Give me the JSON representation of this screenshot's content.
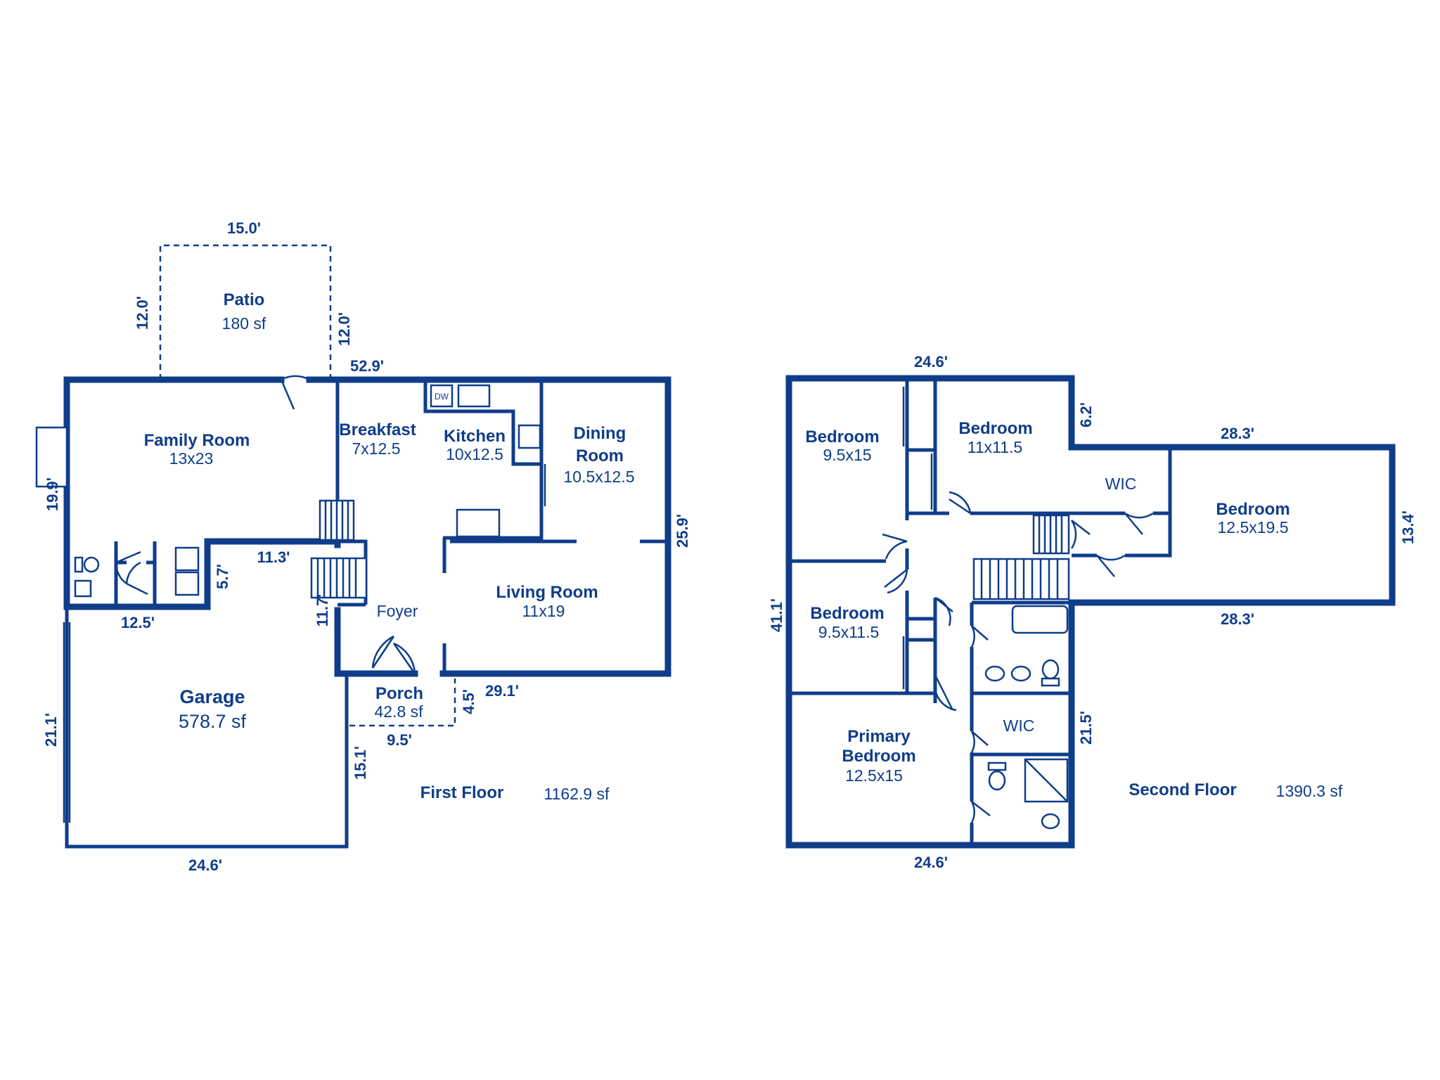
{
  "first_floor": {
    "title": "First Floor",
    "area": "1162.9 sf",
    "rooms": {
      "patio": {
        "name": "Patio",
        "size": "180 sf"
      },
      "family_room": {
        "name": "Family Room",
        "size": "13x23"
      },
      "breakfast": {
        "name": "Breakfast",
        "size": "7x12.5"
      },
      "kitchen": {
        "name": "Kitchen",
        "size": "10x12.5"
      },
      "dining_room": {
        "name_line1": "Dining",
        "name_line2": "Room",
        "size": "10.5x12.5"
      },
      "living_room": {
        "name": "Living Room",
        "size": "11x19"
      },
      "foyer": {
        "name": "Foyer"
      },
      "porch": {
        "name": "Porch",
        "size": "42.8 sf"
      },
      "garage": {
        "name": "Garage",
        "size": "578.7 sf"
      }
    },
    "dimensions": {
      "patio_width": "15.0'",
      "patio_left": "12.0'",
      "patio_right": "12.0'",
      "overall_top": "52.9'",
      "family_left": "19.9'",
      "laundry_hall_width": "11.3'",
      "laundry_height": "5.7'",
      "laundry_bottom": "12.5'",
      "stair_side": "11.7'",
      "right_side": "25.9'",
      "living_bottom": "29.1'",
      "porch_depth": "4.5'",
      "porch_width": "9.5'",
      "garage_left": "21.1'",
      "garage_right": "15.1'",
      "garage_bottom": "24.6'"
    },
    "appliance_label": "DW"
  },
  "second_floor": {
    "title": "Second Floor",
    "area": "1390.3 sf",
    "rooms": {
      "bedroom_tl": {
        "name": "Bedroom",
        "size": "9.5x15"
      },
      "bedroom_tm": {
        "name": "Bedroom",
        "size": "11x11.5"
      },
      "bedroom_right": {
        "name": "Bedroom",
        "size": "12.5x19.5"
      },
      "bedroom_ml": {
        "name": "Bedroom",
        "size": "9.5x11.5"
      },
      "primary": {
        "name_line1": "Primary",
        "name_line2": "Bedroom",
        "size": "12.5x15"
      },
      "wic_upper": {
        "name": "WIC"
      },
      "wic_lower": {
        "name": "WIC"
      }
    },
    "dimensions": {
      "top": "24.6'",
      "notch": "6.2'",
      "wing_top": "28.3'",
      "wing_right": "13.4'",
      "wing_bottom": "28.3'",
      "left": "41.1'",
      "right_lower": "21.5'",
      "bottom": "24.6'"
    }
  }
}
